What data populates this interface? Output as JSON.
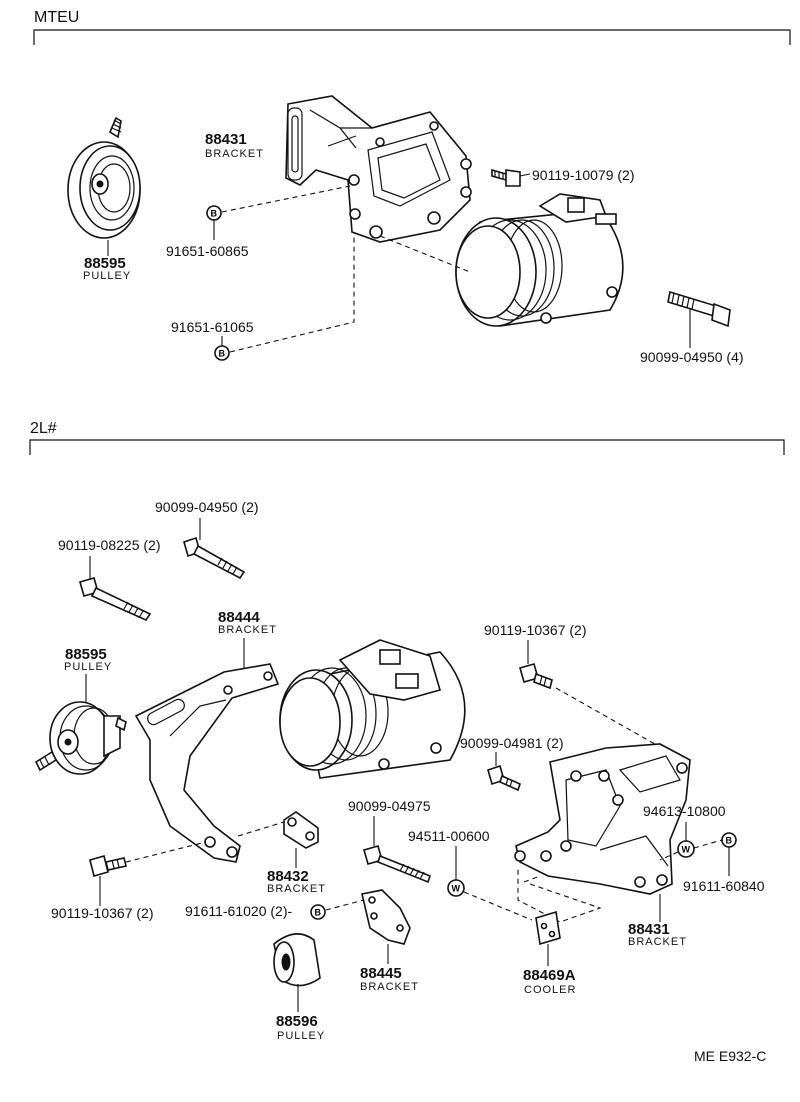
{
  "sections": {
    "top": "MTEU",
    "bottom": "2L#"
  },
  "drawing_code": "ME E932-C",
  "top_parts": {
    "bracket_88431": {
      "number": "88431",
      "name": "BRACKET"
    },
    "pulley_88595": {
      "number": "88595",
      "name": "PULLEY"
    },
    "bolt_90119_10079": {
      "number": "90119-10079 (2)"
    },
    "nut_91651_60865": {
      "number": "91651-60865"
    },
    "nut_91651_61065": {
      "number": "91651-61065"
    },
    "bolt_90099_04950": {
      "number": "90099-04950  (4)"
    }
  },
  "bottom_parts": {
    "bolt_90099_04950": {
      "number": "90099-04950 (2)"
    },
    "bolt_90119_08225": {
      "number": "90119-08225 (2)"
    },
    "bracket_88444": {
      "number": "88444",
      "name": "BRACKET"
    },
    "pulley_88595": {
      "number": "88595",
      "name": "PULLEY"
    },
    "bolt_90119_10367_top": {
      "number": "90119-10367 (2)"
    },
    "bolt_90099_04981": {
      "number": "90099-04981 (2)"
    },
    "bolt_90099_04975": {
      "number": "90099-04975"
    },
    "washer_94511_00600": {
      "number": "94511-00600"
    },
    "washer_94613_10800": {
      "number": "94613-10800"
    },
    "bracket_88432": {
      "number": "88432",
      "name": "BRACKET"
    },
    "bolt_90119_10367_left": {
      "number": "90119-10367 (2)"
    },
    "nut_91611_61020": {
      "number": "91611-61020 (2)-"
    },
    "nut_91611_60840": {
      "number": "91611-60840"
    },
    "bracket_88431": {
      "number": "88431",
      "name": "BRACKET"
    },
    "bracket_88445": {
      "number": "88445",
      "name": "BRACKET"
    },
    "cooler_88469A": {
      "number": "88469A",
      "name": "COOLER"
    },
    "pulley_88596": {
      "number": "88596",
      "name": "PULLEY"
    }
  },
  "marks": {
    "nut": "B",
    "washer": "W"
  }
}
